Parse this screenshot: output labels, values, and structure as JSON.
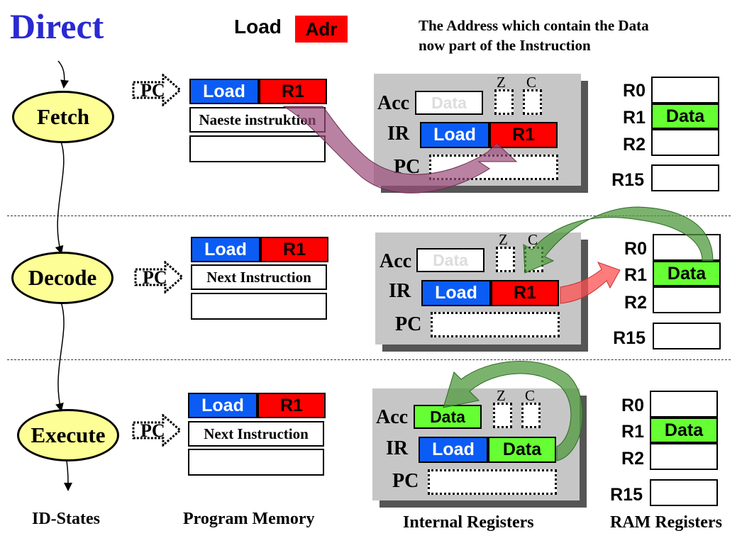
{
  "title": "Direct",
  "legend": {
    "load": "Load",
    "adr": "Adr"
  },
  "note": {
    "line1": "The Address which contain the Data",
    "line2": "now part of the Instruction"
  },
  "states": {
    "fetch": "Fetch",
    "decode": "Decode",
    "execute": "Execute"
  },
  "pc_label": "PC",
  "flags": {
    "z": "Z",
    "c": "C"
  },
  "reg_labels": {
    "acc": "Acc",
    "ir": "IR",
    "pc": "PC"
  },
  "ram_labels": {
    "r0": "R0",
    "r1": "R1",
    "r2": "R2",
    "r15": "R15"
  },
  "rows": [
    {
      "mem": {
        "op": "Load",
        "operand": "R1",
        "next": "Naeste instruktion"
      },
      "acc": "Data",
      "ir": {
        "op": "Load",
        "operand": "R1"
      },
      "ram_r1": "Data"
    },
    {
      "mem": {
        "op": "Load",
        "operand": "R1",
        "next": "Next Instruction"
      },
      "acc": "Data",
      "ir": {
        "op": "Load",
        "operand": "R1"
      },
      "ram_r1": "Data"
    },
    {
      "mem": {
        "op": "Load",
        "operand": "R1",
        "next": "Next Instruction"
      },
      "acc": "Data",
      "ir": {
        "op": "Load",
        "operand": "Data"
      },
      "ram_r1": "Data"
    }
  ],
  "footer": {
    "id_states": "ID-States",
    "program_memory": "Program Memory",
    "internal_registers": "Internal Registers",
    "ram_registers": "RAM Registers"
  },
  "colors": {
    "opcode": "#0b5cf5",
    "operand": "#ff0000",
    "data": "#66ff33",
    "state_fill": "#fefe96",
    "title": "#2a2ad0"
  }
}
